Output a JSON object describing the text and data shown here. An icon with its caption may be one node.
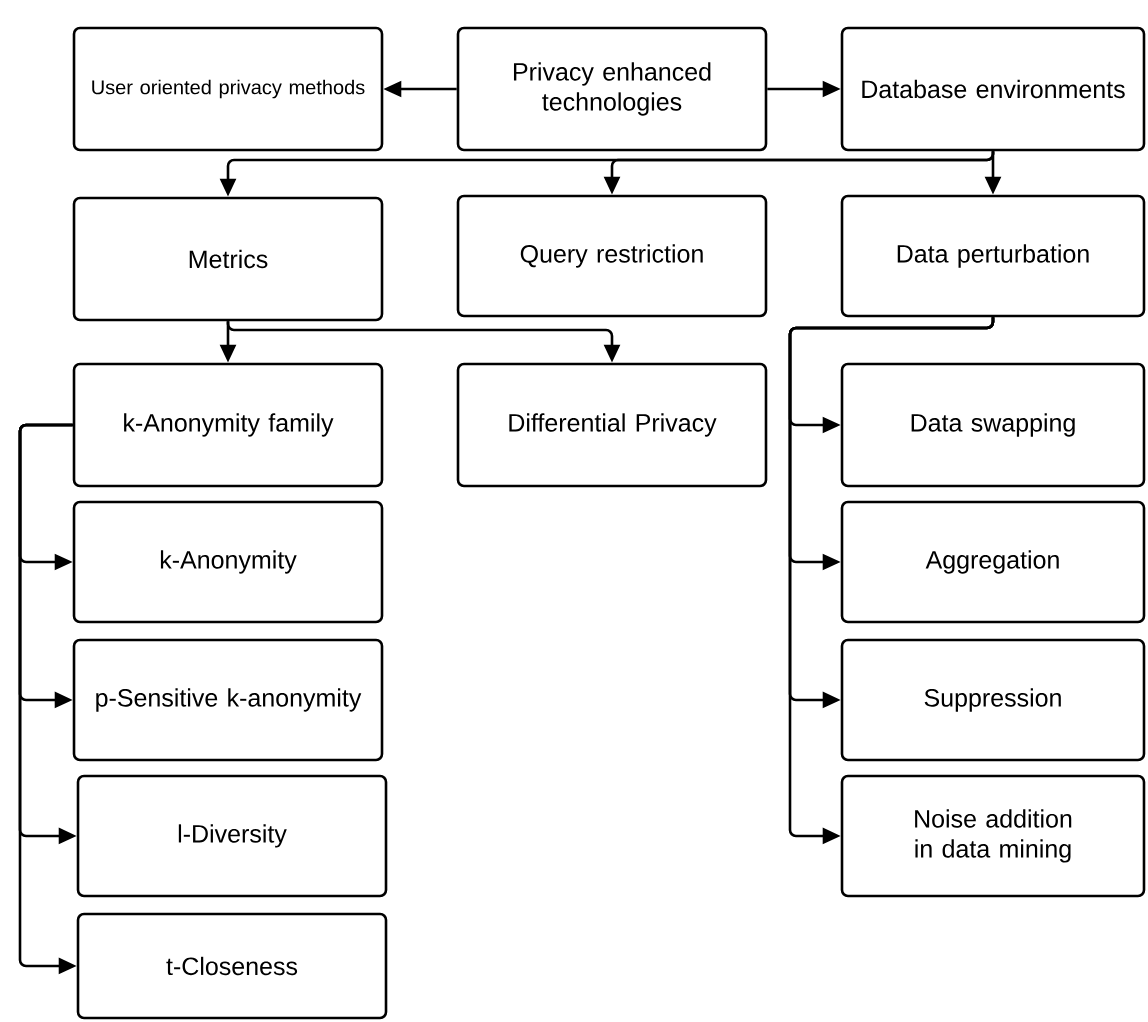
{
  "diagram": {
    "nodes": [
      {
        "text": [
          "User oriented privacy methods"
        ]
      },
      {
        "text": [
          "Privacy enhanced technologies"
        ]
      },
      {
        "text": [
          "Database environments"
        ]
      },
      {
        "text": [
          "Metrics"
        ]
      },
      {
        "text": [
          "Query restriction"
        ]
      },
      {
        "text": [
          "Data perturbation"
        ]
      },
      {
        "text": [
          "k-Anonymity family"
        ]
      },
      {
        "text": [
          "Differential Privacy"
        ]
      },
      {
        "text": [
          "Data swapping"
        ]
      },
      {
        "text": [
          "k-Anonymity"
        ]
      },
      {
        "text": [
          "Aggregation"
        ]
      },
      {
        "text": [
          "p-Sensitive k-anonymity"
        ]
      },
      {
        "text": [
          "Suppression"
        ]
      },
      {
        "text": [
          "l-Diversity"
        ]
      },
      {
        "text": [
          "Noise addition in data mining"
        ]
      },
      {
        "text": [
          "t-Closeness"
        ]
      }
    ],
    "edges": [
      {
        "from": 1,
        "to": 0,
        "arrow": "to"
      },
      {
        "from": 1,
        "to": 2,
        "arrow": "to"
      },
      {
        "from": 2,
        "to": 3,
        "arrow": "to"
      },
      {
        "from": 2,
        "to": 4,
        "arrow": "to"
      },
      {
        "from": 2,
        "to": 5,
        "arrow": "to"
      },
      {
        "from": 3,
        "to": 6,
        "arrow": "to"
      },
      {
        "from": 3,
        "to": 7,
        "arrow": "to"
      },
      {
        "from": 5,
        "to": 8,
        "arrow": "to"
      },
      {
        "from": 5,
        "to": 10,
        "arrow": "to"
      },
      {
        "from": 5,
        "to": 12,
        "arrow": "to"
      },
      {
        "from": 5,
        "to": 14,
        "arrow": "to"
      },
      {
        "from": 6,
        "to": 9,
        "arrow": "to"
      },
      {
        "from": 6,
        "to": 11,
        "arrow": "to"
      },
      {
        "from": 6,
        "to": 13,
        "arrow": "to"
      },
      {
        "from": 6,
        "to": 15,
        "arrow": "to"
      }
    ]
  }
}
